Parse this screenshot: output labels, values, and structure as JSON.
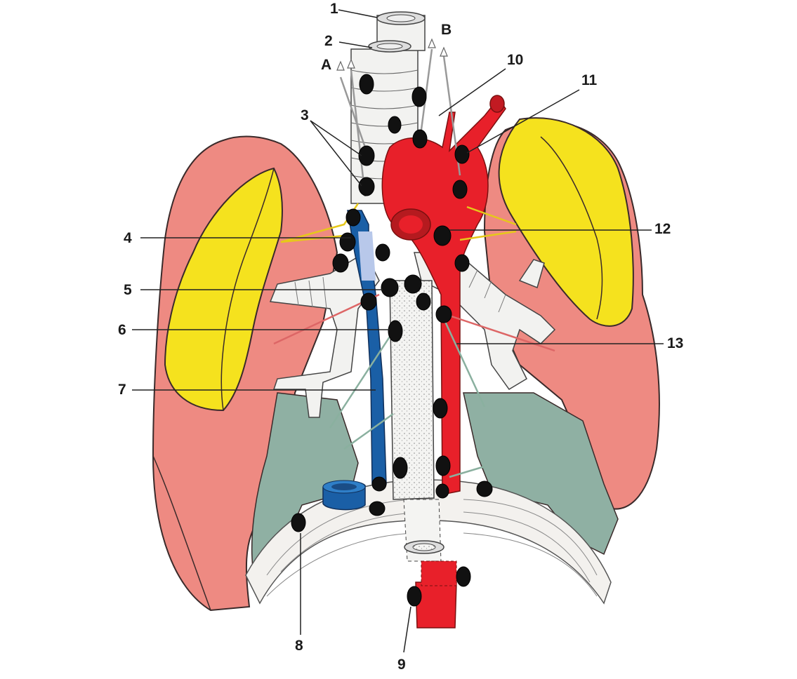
{
  "labels": {
    "n1": "1",
    "n2": "2",
    "n3": "3",
    "n4": "4",
    "n5": "5",
    "n6": "6",
    "n7": "7",
    "n8": "8",
    "n9": "9",
    "n10": "10",
    "n11": "11",
    "n12": "12",
    "n13": "13",
    "a": "A",
    "b": "B"
  },
  "colors": {
    "lung_pink": "#ee8a82",
    "lung_yellow": "#f5e21e",
    "aorta_red": "#e8202a",
    "vena_blue": "#1a5fa6",
    "diaphragm_green": "#8fb0a3",
    "node_black": "#111111",
    "trachea_white": "#f2f2f0"
  }
}
